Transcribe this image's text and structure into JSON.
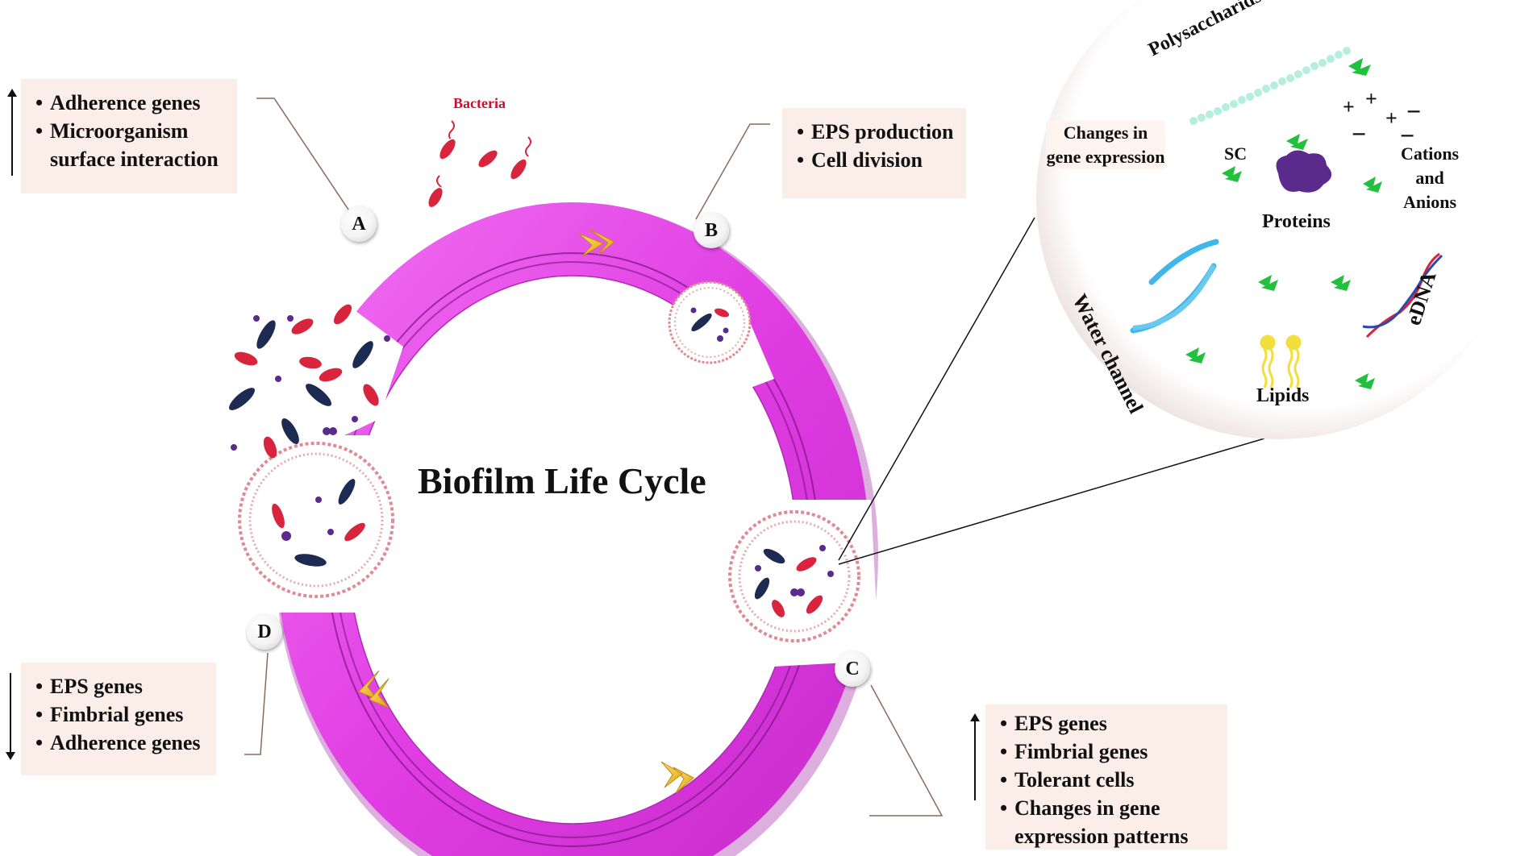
{
  "title": "Biofilm Life Cycle",
  "bacteria_label": "Bacteria",
  "stages": {
    "a": "A",
    "b": "B",
    "c": "C",
    "d": "D"
  },
  "box_a": [
    "Adherence genes",
    "Microorganism",
    "surface interaction"
  ],
  "box_b": [
    "EPS production",
    "Cell division"
  ],
  "box_c": [
    "EPS genes",
    "Fimbrial genes",
    "Tolerant cells",
    "Changes in gene",
    "expression patterns"
  ],
  "box_d": [
    "EPS genes",
    "Fimbrial genes",
    "Adherence genes"
  ],
  "zoom": {
    "changes_in_gene_expression": "Changes in gene expression",
    "polysaccharids": "Polysaccharids",
    "sc": "SC",
    "proteins": "Proteins",
    "cations_anions": [
      "Cations",
      "and",
      "Anions"
    ],
    "water_channel": "Water channel",
    "edna": "eDNA",
    "lipids": "Lipids",
    "charges": [
      "+",
      "+",
      "+",
      "−",
      "−",
      "−"
    ]
  },
  "colors": {
    "ring": "#e03de3",
    "ring_dark": "#b81fbb",
    "box_fill": "#fbeee9",
    "bacteria_red": "#d8243c",
    "rod_navy": "#1d2a52",
    "dot_purple": "#5a2a8c",
    "arrow_gold": "#f2b81c"
  }
}
